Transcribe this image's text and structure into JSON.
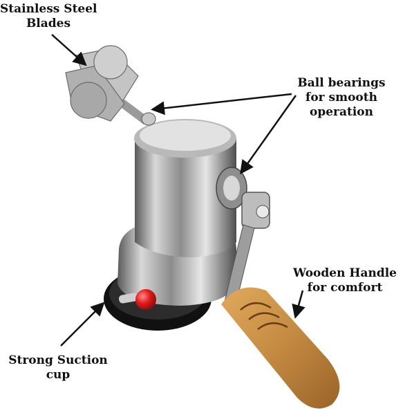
{
  "annotations": {
    "blades": {
      "line1": "Stainless Steel",
      "line2": "Blades"
    },
    "bearings": {
      "line1": "Ball bearings",
      "line2": "for smooth",
      "line3": "operation"
    },
    "handle": {
      "line1": "Wooden Handle",
      "line2": "for comfort"
    },
    "suction": {
      "line1": "Strong Suction",
      "line2": "cup"
    }
  },
  "colors": {
    "text": "#111111",
    "steel_light": "#d9d9d9",
    "steel_mid": "#9a9a9a",
    "steel_dark": "#4a4a4a",
    "wood": "#c98f45",
    "suction_cup": "#1b1b1b",
    "knob": "#e21b1b"
  }
}
